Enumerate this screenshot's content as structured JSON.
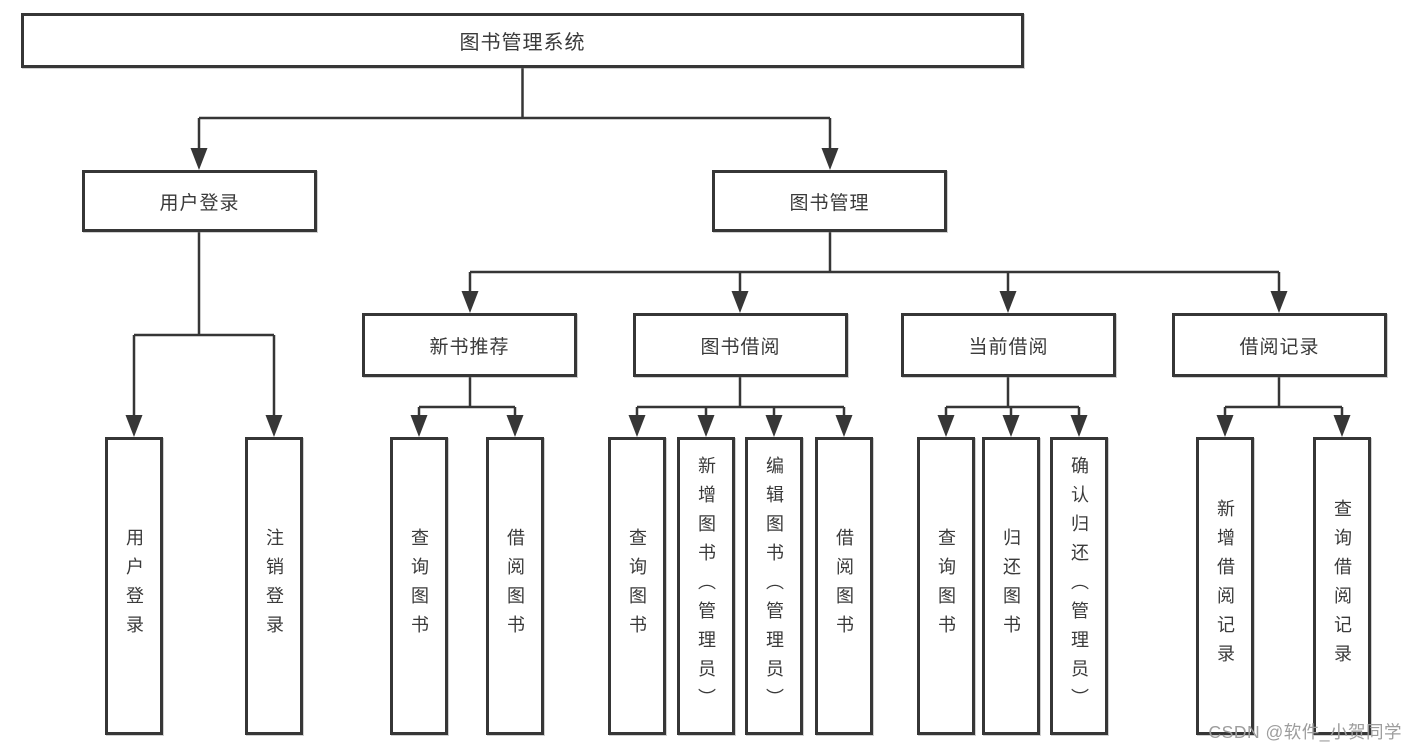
{
  "tree": {
    "label": "图书管理系统",
    "children": [
      {
        "label": "用户登录",
        "children": [
          {
            "label": "用户登录"
          },
          {
            "label": "注销登录"
          }
        ]
      },
      {
        "label": "图书管理",
        "children": [
          {
            "label": "新书推荐",
            "children": [
              {
                "label": "查询图书"
              },
              {
                "label": "借阅图书"
              }
            ]
          },
          {
            "label": "图书借阅",
            "children": [
              {
                "label": "查询图书"
              },
              {
                "label": "新增图书（管理员）"
              },
              {
                "label": "编辑图书（管理员）"
              },
              {
                "label": "借阅图书"
              }
            ]
          },
          {
            "label": "当前借阅",
            "children": [
              {
                "label": "查询图书"
              },
              {
                "label": "归还图书"
              },
              {
                "label": "确认归还（管理员）"
              }
            ]
          },
          {
            "label": "借阅记录",
            "children": [
              {
                "label": "新增借阅记录"
              },
              {
                "label": "查询借阅记录"
              }
            ]
          }
        ]
      }
    ]
  },
  "watermark": {
    "text": "CSDN @软件_小贺同学"
  },
  "colors": {
    "line": "#363636",
    "box_border": "#363636",
    "text": "#3a3a3a",
    "watermark": "#9d9d9d",
    "background": "#ffffff"
  }
}
